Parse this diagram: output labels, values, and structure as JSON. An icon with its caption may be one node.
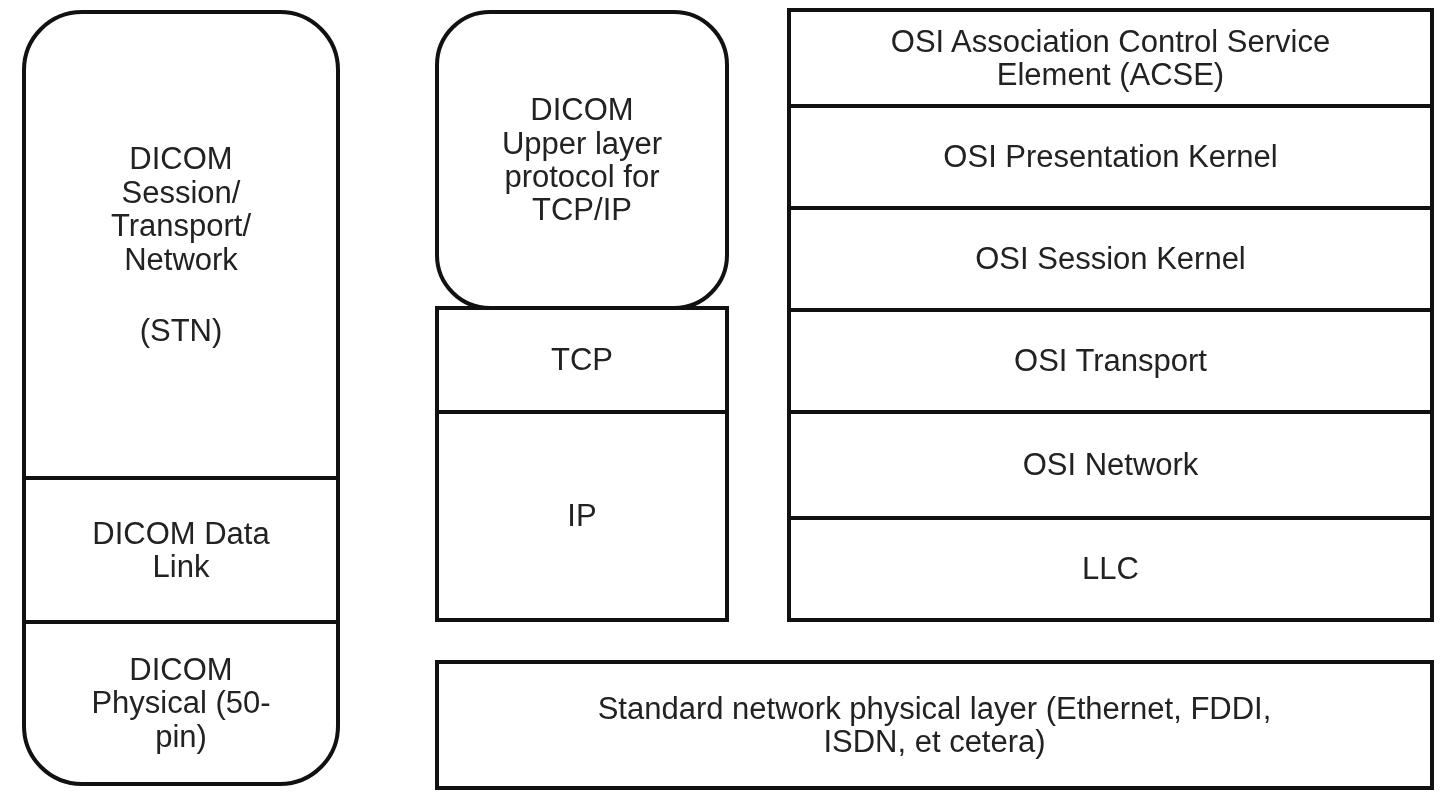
{
  "diagram": {
    "nodes": [
      {
        "text": [
          "DICOM Session/ Transport/ Network",
          "(STN)"
        ]
      },
      {
        "text": [
          "DICOM Data Link"
        ]
      },
      {
        "text": [
          "DICOM Physical (50-pin)"
        ]
      },
      {
        "text": [
          "DICOM Upper layer protocol for TCP/IP"
        ]
      },
      {
        "text": [
          "TCP"
        ]
      },
      {
        "text": [
          "IP"
        ]
      },
      {
        "text": [
          "OSI Association Control Service Element (ACSE)"
        ]
      },
      {
        "text": [
          "OSI Presentation Kernel"
        ]
      },
      {
        "text": [
          "OSI Session Kernel"
        ]
      },
      {
        "text": [
          "OSI Transport"
        ]
      },
      {
        "text": [
          "OSI Network"
        ]
      },
      {
        "text": [
          "LLC"
        ]
      },
      {
        "text": [
          "Standard network physical layer (Ethernet, FDDI, ISDN, et cetera)"
        ]
      }
    ],
    "edges": []
  }
}
